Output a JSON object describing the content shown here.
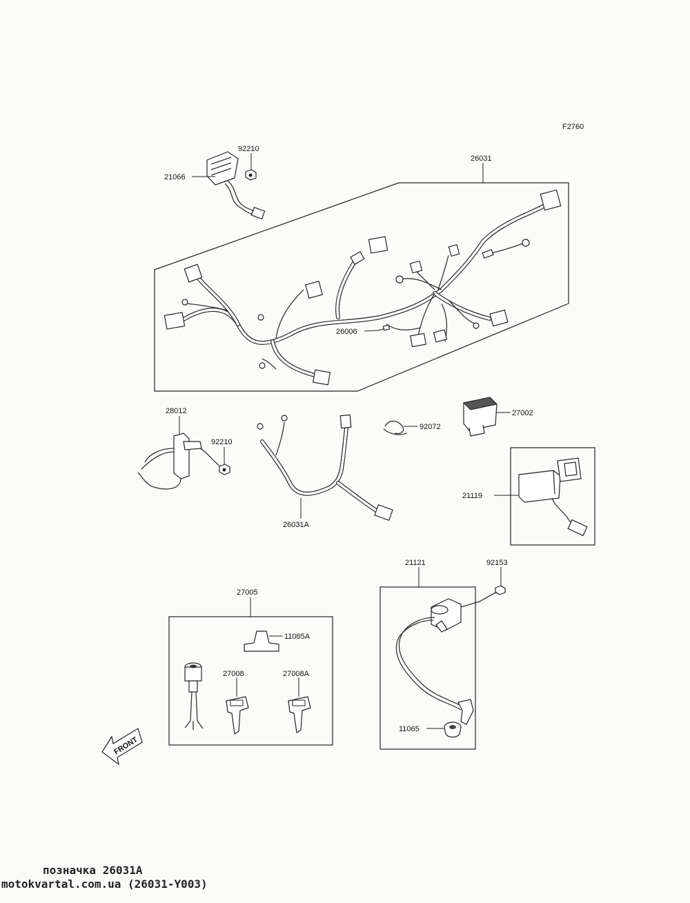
{
  "figure_code": "F2760",
  "parts": {
    "p21066": "21066",
    "p92210_top": "92210",
    "p26031": "26031",
    "p26006": "26006",
    "p28012": "28012",
    "p92210_mid": "92210",
    "p92072": "92072",
    "p27002": "27002",
    "p21119": "21119",
    "p26031A": "26031A",
    "p21121": "21121",
    "p92153": "92153",
    "p27005": "27005",
    "p11065A": "11065A",
    "p27008": "27008",
    "p27008A": "27008A",
    "p11065": "11065"
  },
  "front_arrow_label": "FRONT",
  "footer": {
    "line1": "позначка 26031A",
    "line2": "motokvartal.com.ua (26031-Y003)"
  }
}
